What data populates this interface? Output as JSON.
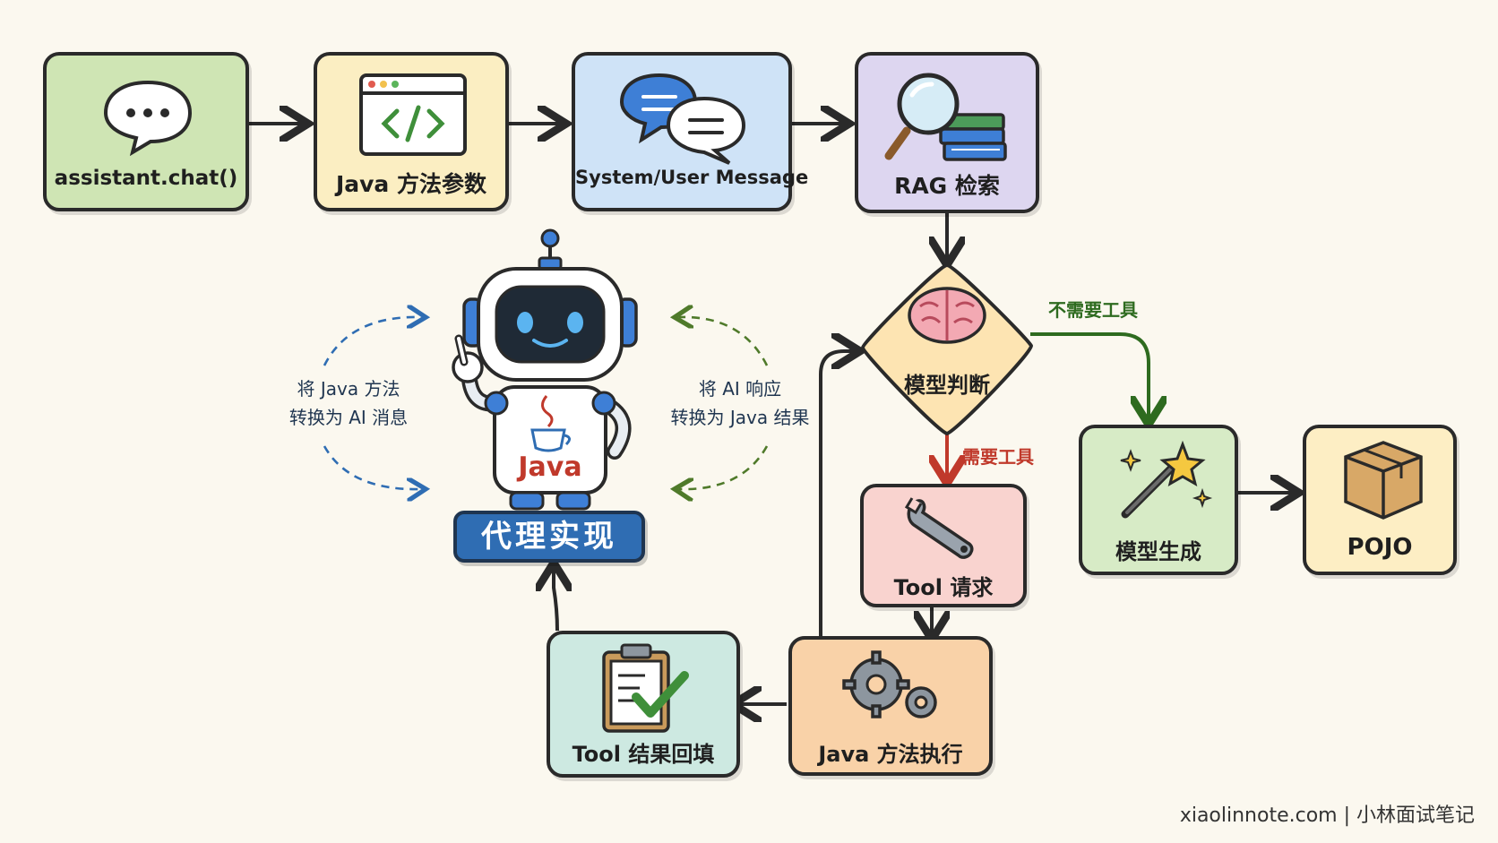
{
  "nodes": {
    "assistant_chat": {
      "label": "assistant.chat()",
      "color": "#cfe5b4"
    },
    "java_params": {
      "label": "Java 方法参数",
      "color": "#fbeec2"
    },
    "message": {
      "label": "System/User Message",
      "color": "#cfe3f7"
    },
    "rag": {
      "label": "RAG 检索",
      "color": "#ddd6f0"
    },
    "model_decision": {
      "label": "模型判断",
      "color": "#fde4b2"
    },
    "tool_request": {
      "label": "Tool 请求",
      "color": "#f9d3cf"
    },
    "java_exec": {
      "label": "Java 方法执行",
      "color": "#f9d2a8"
    },
    "tool_result": {
      "label": "Tool 结果回填",
      "color": "#cde9e1"
    },
    "model_generate": {
      "label": "模型生成",
      "color": "#d7ebc6"
    },
    "pojo": {
      "label": "POJO",
      "color": "#fdeec4"
    }
  },
  "edges": {
    "no_tool": "不需要工具",
    "need_tool": "需要工具"
  },
  "proxy": {
    "badge": "代理实现",
    "robot_chest": "Java",
    "left_caption": [
      "将 Java 方法",
      "转换为 AI 消息"
    ],
    "right_caption": [
      "将 AI 响应",
      "转换为 Java 结果"
    ]
  },
  "colors": {
    "stroke": "#2a2a2a",
    "no_tool_arrow": "#2e6b1f",
    "need_tool_arrow": "#c0392b",
    "left_dash": "#2f6db3",
    "right_dash": "#4f7a2a"
  },
  "footer": "xiaolinnote.com | 小林面试笔记"
}
